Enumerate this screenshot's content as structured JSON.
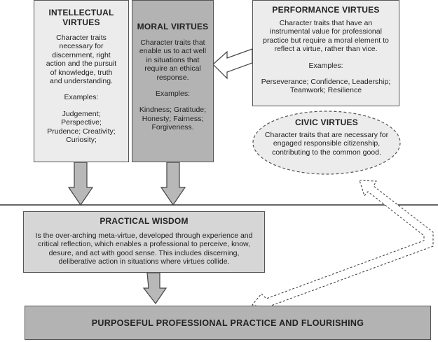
{
  "intellectual": {
    "title_line1": "INTELLECTUAL",
    "title_line2": "VIRTUES",
    "description": [
      "Character traits",
      "necessary for",
      "discernment, right",
      "action and the pursuit",
      "of knowledge, truth",
      "and understanding."
    ],
    "examples_label": "Examples:",
    "examples": [
      "Judgement;",
      "Perspective;",
      "Prudence; Creativity;",
      "Curiosity;"
    ]
  },
  "moral": {
    "title": "MORAL VIRTUES",
    "description": [
      "Character traits that",
      "enable us to act well",
      "in situations that",
      "require an ethical",
      "response."
    ],
    "examples_label": "Examples:",
    "examples": [
      "Kindness; Gratitude;",
      "Honesty; Fairness;",
      "Forgiveness."
    ]
  },
  "performance": {
    "title": "PERFORMANCE VIRTUES",
    "description": [
      "Character traits that have an",
      "instrumental value for professional",
      "practice but require a moral element to",
      "reflect  a virtue, rather than vice."
    ],
    "examples_label": "Examples:",
    "examples": [
      "Perseverance; Confidence, Leadership;",
      "Teamwork; Resilience"
    ]
  },
  "civic": {
    "title": "CIVIC VIRTUES",
    "description": [
      "Character traits that are necessary for",
      "engaged responsible citizenship,",
      "contributing to the common good."
    ]
  },
  "practical": {
    "title": "PRACTICAL WISDOM",
    "description": [
      "Is the over-arching meta-virtue, developed through experience and",
      "critical reflection, which enables a professional to perceive, know,",
      "desure, and act with good sense. This includes discerning,",
      "deliberative action in situations where virtues collide."
    ]
  },
  "purposeful": {
    "title": "PURPOSEFUL PROFESSIONAL PRACTICE AND FLOURISHING"
  },
  "colors": {
    "light_fill": "#ececec",
    "mid_fill": "#d6d6d6",
    "dark_fill": "#b3b3b3",
    "stroke": "#555555",
    "arrow_fill": "#b8b8b8"
  }
}
